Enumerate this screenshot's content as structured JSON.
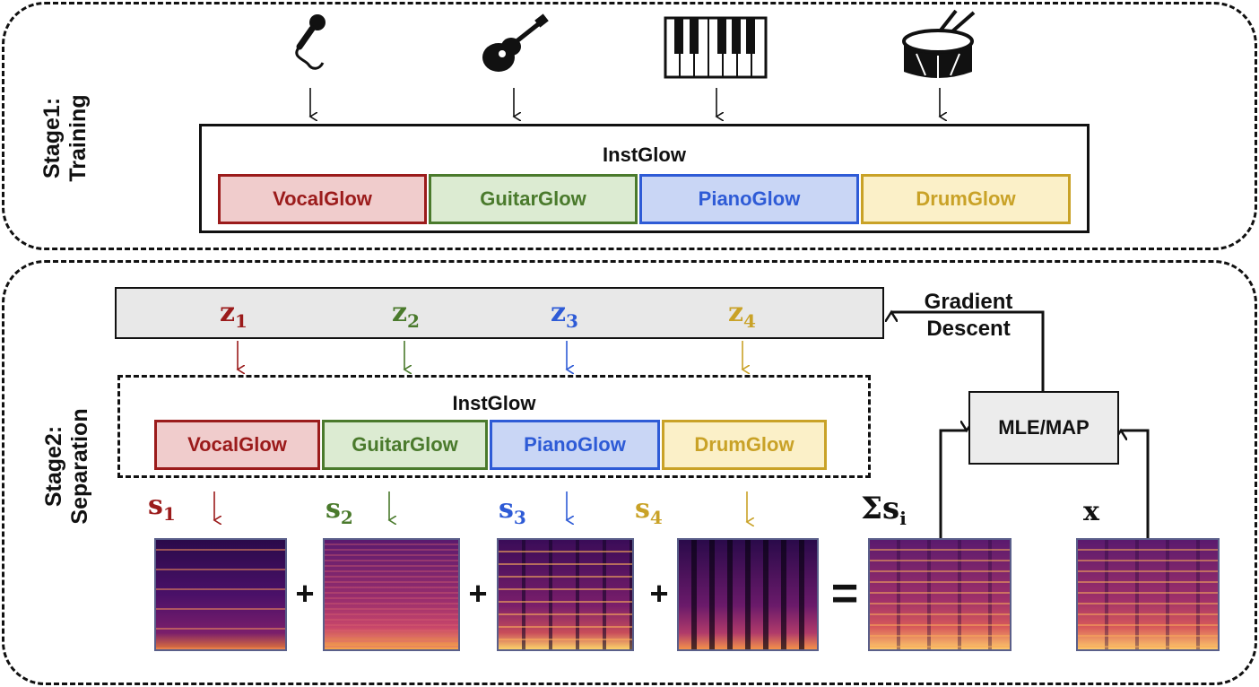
{
  "stage1": {
    "label_line1": "Stage1:",
    "label_line2": "Training",
    "container_title": "InstGlow",
    "modules": [
      "VocalGlow",
      "GuitarGlow",
      "PianoGlow",
      "DrumGlow"
    ],
    "icons": [
      "microphone-icon",
      "guitar-icon",
      "piano-keys-icon",
      "drum-icon"
    ]
  },
  "stage2": {
    "label_line1": "Stage2:",
    "label_line2": "Separation",
    "container_title": "InstGlow",
    "modules": [
      "VocalGlow",
      "GuitarGlow",
      "PianoGlow",
      "DrumGlow"
    ],
    "latents": [
      {
        "base": "z",
        "sub": "1"
      },
      {
        "base": "z",
        "sub": "2"
      },
      {
        "base": "z",
        "sub": "3"
      },
      {
        "base": "z",
        "sub": "4"
      }
    ],
    "sources": [
      {
        "base": "s",
        "sub": "1"
      },
      {
        "base": "s",
        "sub": "2"
      },
      {
        "base": "s",
        "sub": "3"
      },
      {
        "base": "s",
        "sub": "4"
      }
    ],
    "sum_base": "Σs",
    "sum_sub": "i",
    "mix_label": "x",
    "plus_sign": "+",
    "equals_sign": "=",
    "objective_label": "MLE/MAP",
    "gradient_line1": "Gradient",
    "gradient_line2": "Descent"
  },
  "colors": {
    "vocal": "#9b1b1b",
    "vocal_fill": "#f0cccc",
    "guitar": "#4a7a2c",
    "guitar_fill": "#dcebd2",
    "piano": "#2e5bd6",
    "piano_fill": "#c9d6f5",
    "drum": "#c9a227",
    "drum_fill": "#fbf0c8",
    "latent_bar_fill": "#e8e8e8",
    "objective_fill": "#ececec"
  }
}
